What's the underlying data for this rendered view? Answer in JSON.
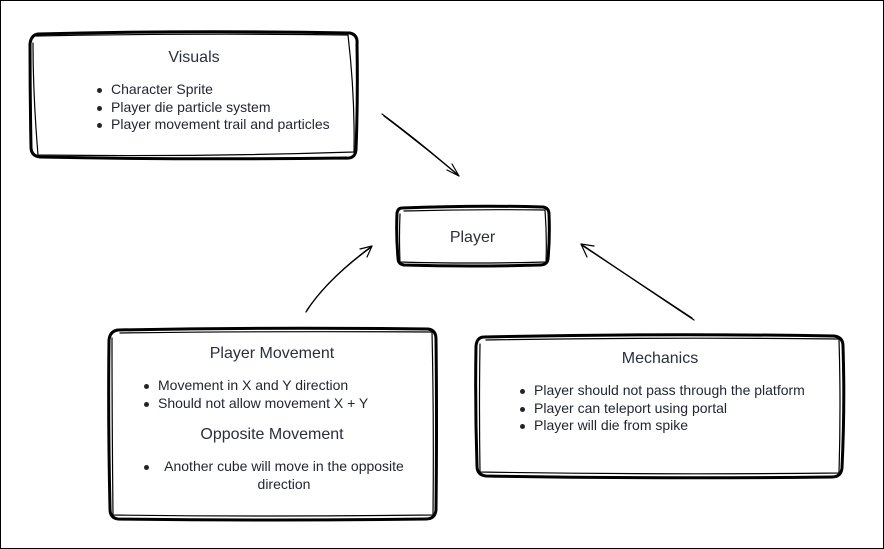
{
  "player": {
    "label": "Player"
  },
  "visuals": {
    "title": "Visuals",
    "items": [
      "Character Sprite",
      "Player die particle system",
      "Player movement trail and particles"
    ]
  },
  "movement": {
    "title": "Player Movement",
    "items": [
      "Movement in X and Y direction",
      "Should not allow movement X + Y"
    ],
    "subtitle": "Opposite Movement",
    "sub_items": [
      "Another cube will move in the opposite direction"
    ]
  },
  "mechanics": {
    "title": "Mechanics",
    "items": [
      "Player should not pass through the platform",
      "Player can teleport using portal",
      "Player will die from spike"
    ]
  },
  "colors": {
    "stroke": "#000000",
    "text": "#1f2430"
  }
}
